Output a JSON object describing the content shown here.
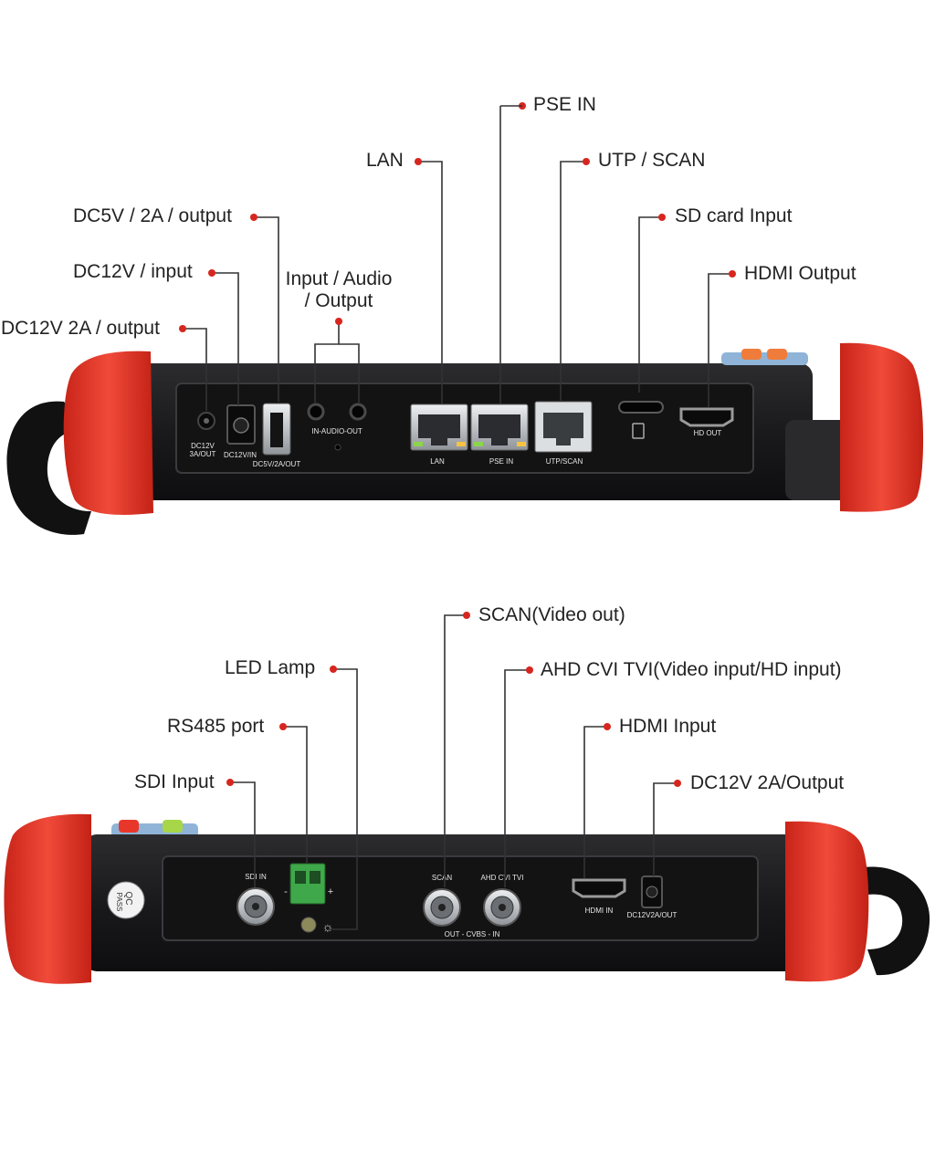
{
  "top_panel": {
    "callouts": {
      "pse_in": "PSE IN",
      "lan": "LAN",
      "utp_scan": "UTP / SCAN",
      "sd_card": "SD card Input",
      "hdmi_output": "HDMI Output",
      "dc5v_out": "DC5V / 2A / output",
      "dc12v_in": "DC12V / input",
      "dc12v_out": "DC12V 2A / output",
      "audio_line1": "Input / Audio",
      "audio_line2": "/ Output"
    },
    "silkscreen": {
      "dc12v_line1": "DC12V",
      "dc12v_line2": "3A/OUT",
      "dc12v_in": "DC12V/IN",
      "dc5v": "DC5V/2A/OUT",
      "audio": "IN-AUDIO-OUT",
      "lan": "LAN",
      "pse": "PSE IN",
      "utp": "UTP/SCAN",
      "hd_out": "HD OUT"
    }
  },
  "bottom_panel": {
    "callouts": {
      "scan_video_out": "SCAN(Video out)",
      "led_lamp": "LED Lamp",
      "ahd": "AHD CVI TVI(Video input/HD input)",
      "rs485": "RS485 port",
      "hdmi_input": "HDMI Input",
      "sdi_input": "SDI Input",
      "dc12v_out": "DC12V 2A/Output"
    },
    "silkscreen": {
      "sdi": "SDI IN",
      "scan": "SCAN",
      "ahd": "AHD CVI TVI",
      "cvbs": "OUT - CVBS - IN",
      "hdmi_in": "HDMI IN",
      "dc12v": "DC12V2A/OUT",
      "qc1": "QC",
      "qc2": "PASS",
      "minus": "-",
      "plus": "+"
    }
  },
  "colors": {
    "callout_dot": "#d7261e",
    "bumper": "#e8372a",
    "body": "#1d1d1f",
    "panel": "#151516",
    "metal": "#c9ccd0"
  }
}
